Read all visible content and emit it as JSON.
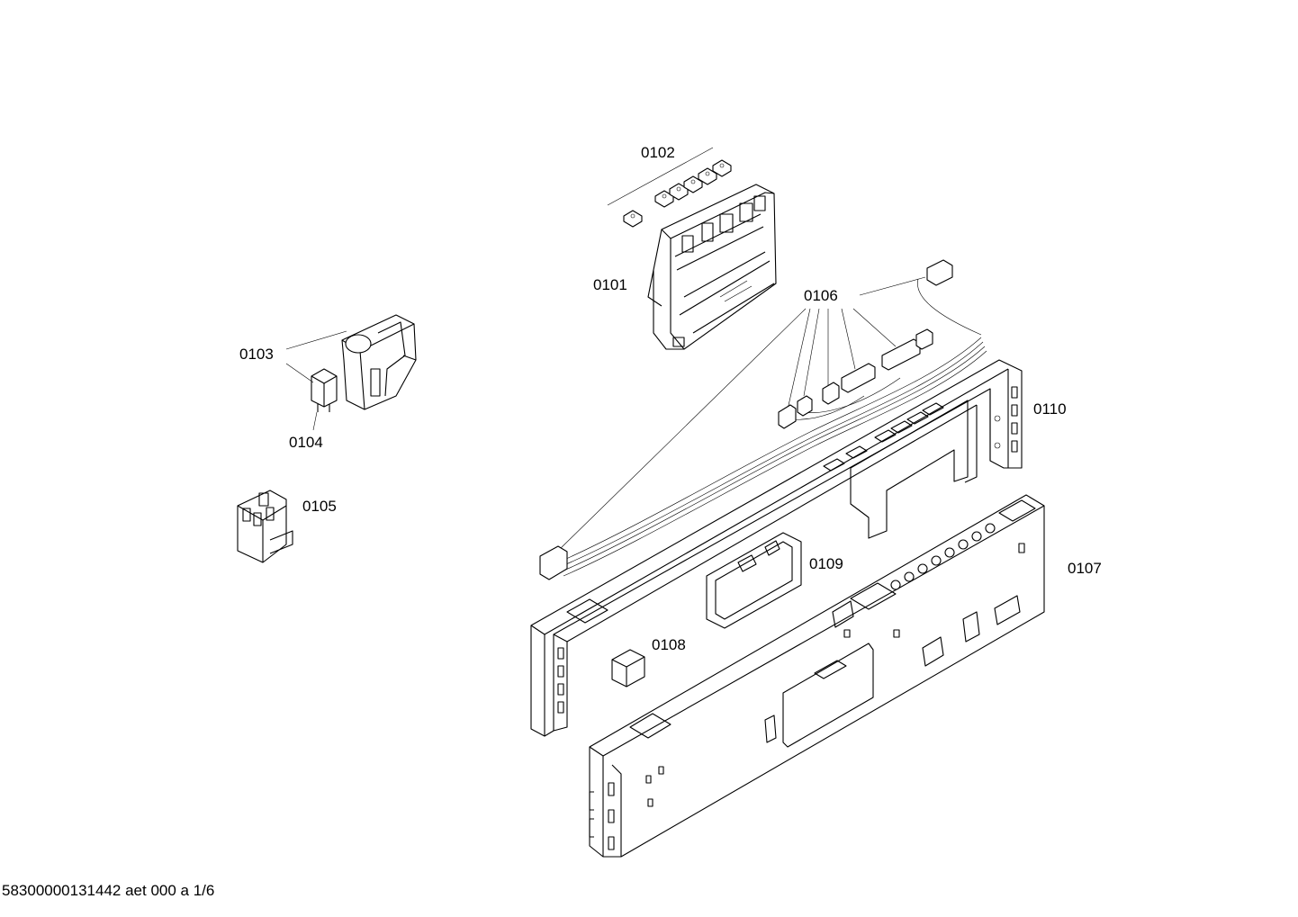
{
  "parts": {
    "p0101": "0101",
    "p0102": "0102",
    "p0103": "0103",
    "p0104": "0104",
    "p0105": "0105",
    "p0106": "0106",
    "p0107": "0107",
    "p0108": "0108",
    "p0109": "0109",
    "p0110": "0110"
  },
  "footer": {
    "doc_id": "58300000131442 aet 000 a 1/6"
  }
}
